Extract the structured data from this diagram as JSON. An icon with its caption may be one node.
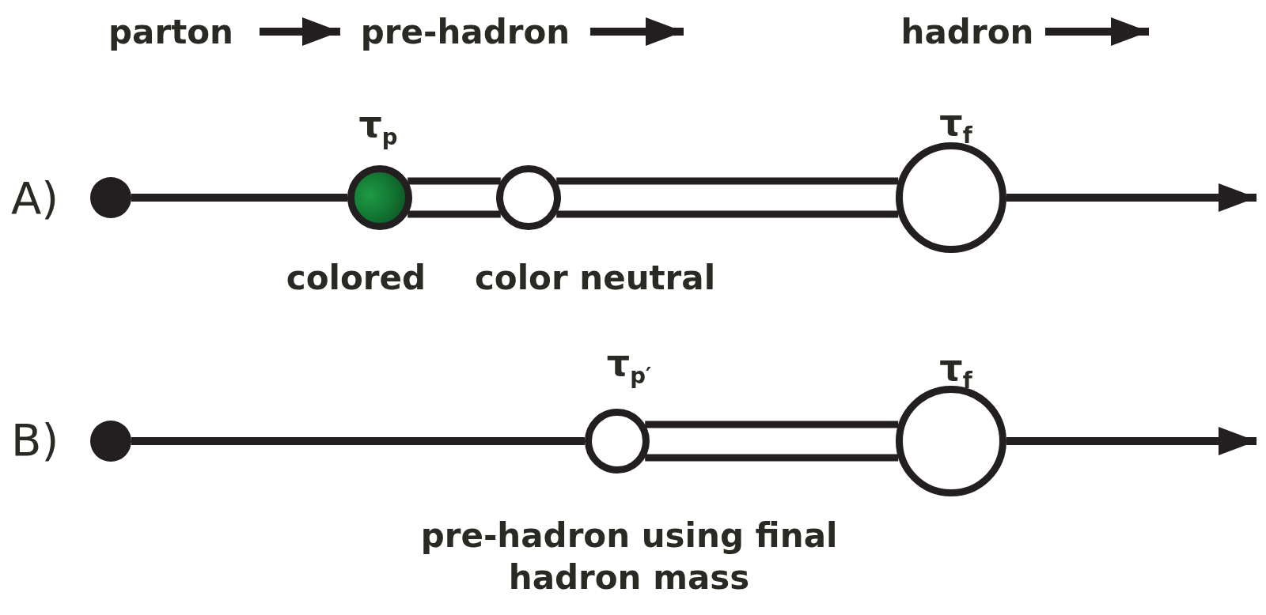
{
  "diagram": {
    "nodes": [
      {
        "text": [
          "parton"
        ]
      },
      {
        "text": [
          "pre-hadron"
        ]
      },
      {
        "text": [
          "hadron"
        ]
      },
      {
        "text": [],
        "shape": "circle"
      },
      {
        "text": [],
        "shape": "circle",
        "beside": [
          "τ$_{p}$",
          "colored"
        ]
      },
      {
        "text": [],
        "shape": "circle",
        "beside": [
          "color neutral"
        ]
      },
      {
        "text": [],
        "shape": "circle",
        "beside": [
          "τ$_{f}$"
        ]
      },
      {
        "text": [],
        "shape": "circle"
      },
      {
        "text": [],
        "shape": "circle",
        "beside": [
          "τ$_{p′}$",
          "pre-hadron using final hadron mass"
        ]
      },
      {
        "text": [],
        "shape": "circle",
        "beside": [
          "τ$_{f}$"
        ]
      }
    ],
    "edges": [
      {
        "from": 0,
        "to": 1,
        "arrow": "to"
      },
      {
        "from": 1,
        "to": null,
        "arrow": "to"
      },
      {
        "from": 2,
        "to": null,
        "arrow": "to"
      },
      {
        "from": 3,
        "to": 4,
        "arrow": "none"
      },
      {
        "from": 4,
        "to": 5,
        "arrow": "none",
        "style": "thick"
      },
      {
        "from": 5,
        "to": 6,
        "arrow": "none",
        "style": "thick"
      },
      {
        "from": 6,
        "to": null,
        "arrow": "to"
      },
      {
        "from": 7,
        "to": 8,
        "arrow": "none"
      },
      {
        "from": 8,
        "to": 9,
        "arrow": "none",
        "style": "thick"
      },
      {
        "from": 9,
        "to": null,
        "arrow": "to"
      }
    ],
    "labels": [
      "A)",
      "B)"
    ]
  }
}
